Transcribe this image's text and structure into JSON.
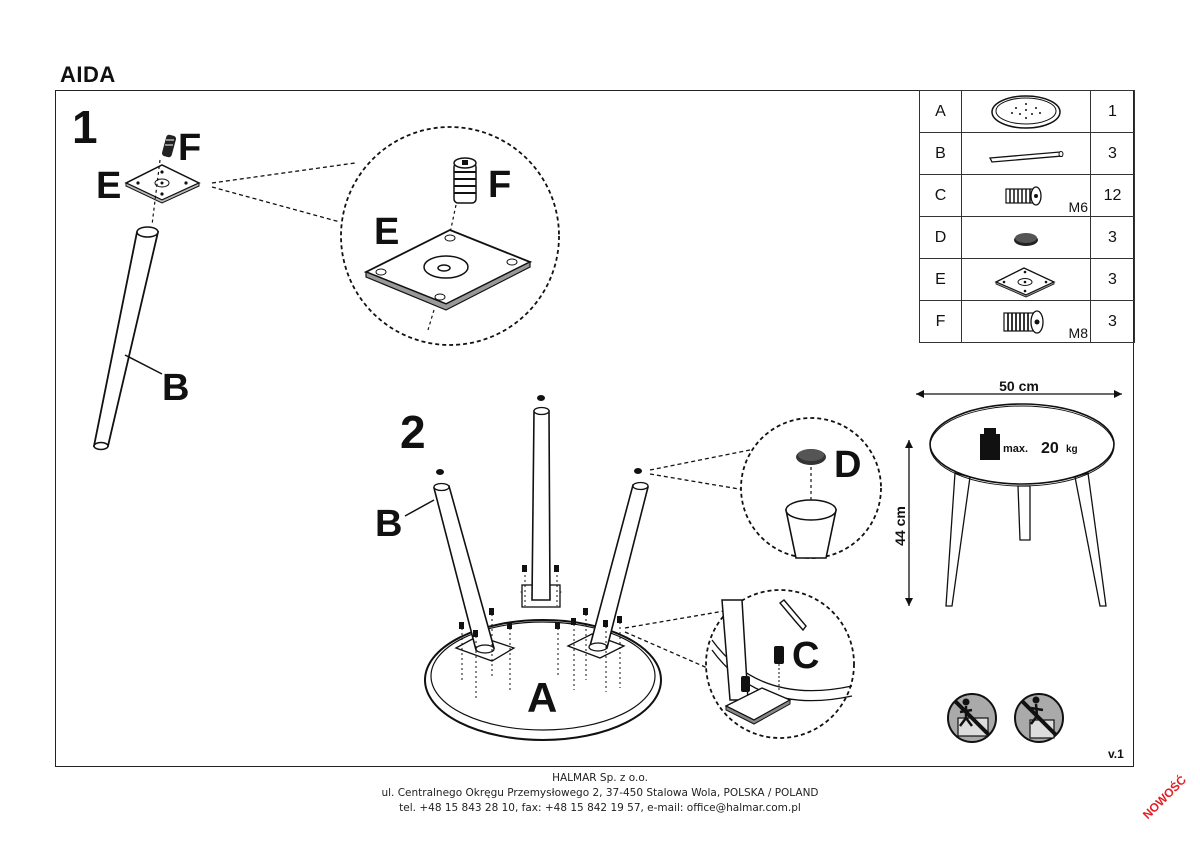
{
  "product_title": "AIDA",
  "steps": {
    "step1": "1",
    "step2": "2"
  },
  "part_labels": {
    "E_main": "E",
    "F_main": "F",
    "E_zoom": "E",
    "F_zoom": "F",
    "B_leg": "B",
    "B_step2": "B",
    "D_zoom": "D",
    "A_top": "A",
    "C_zoom": "C"
  },
  "parts_list": [
    {
      "code": "A",
      "qty": "1",
      "icon": "tabletop-icon",
      "spec": ""
    },
    {
      "code": "B",
      "qty": "3",
      "icon": "leg-icon",
      "spec": ""
    },
    {
      "code": "C",
      "qty": "12",
      "icon": "screw-m6-icon",
      "spec": "M6"
    },
    {
      "code": "D",
      "qty": "3",
      "icon": "felt-pad-icon",
      "spec": ""
    },
    {
      "code": "E",
      "qty": "3",
      "icon": "mounting-plate-icon",
      "spec": ""
    },
    {
      "code": "F",
      "qty": "3",
      "icon": "screw-m8-icon",
      "spec": "M8"
    }
  ],
  "dimensions": {
    "width": "50 cm",
    "height": "44 cm",
    "load_prefix": "max.",
    "load_value": "20",
    "load_unit": "kg"
  },
  "version": "v.1",
  "footer": {
    "company": "HALMAR Sp. z o.o.",
    "address": "ul. Centralnego Okręgu Przemysłowego 2, 37-450 Stalowa Wola, POLSKA / POLAND",
    "contact": "tel. +48 15 843 28 10, fax: +48 15 842 19 57, e-mail: office@halmar.com.pl"
  },
  "badge": "NOWOŚĆ",
  "warning_icons": [
    "no-standing-on-table-icon",
    "no-climbing-icon"
  ]
}
